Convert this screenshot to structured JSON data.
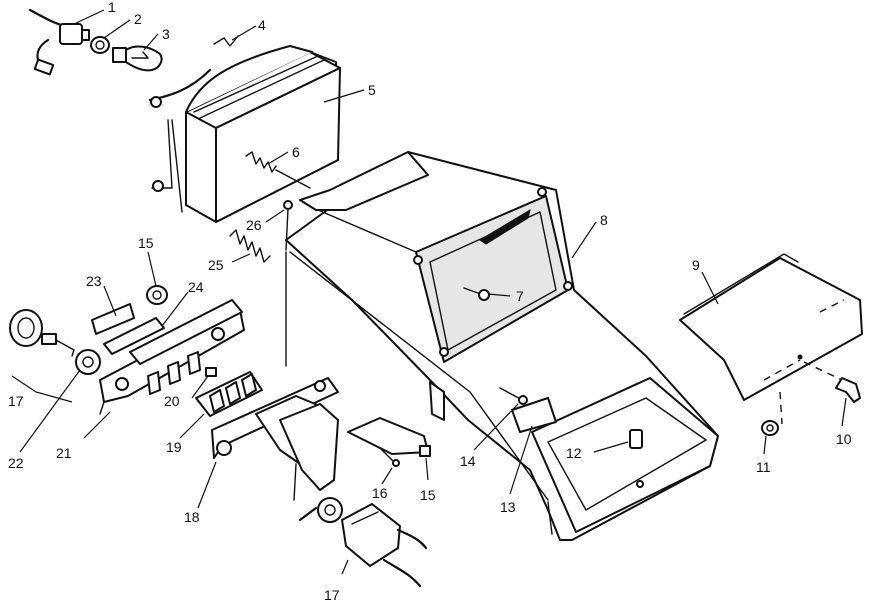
{
  "callouts": {
    "c1": "1",
    "c2": "2",
    "c3": "3",
    "c4": "4",
    "c5": "5",
    "c6": "6",
    "c7": "7",
    "c8": "8",
    "c9": "9",
    "c10": "10",
    "c11": "11",
    "c12": "12",
    "c13": "13",
    "c14": "14",
    "c15a": "15",
    "c15b": "15",
    "c16": "16",
    "c17a": "17",
    "c17b": "17",
    "c18": "18",
    "c19": "19",
    "c20": "20",
    "c21": "21",
    "c22": "22",
    "c23": "23",
    "c24": "24",
    "c25": "25",
    "c26": "26"
  },
  "colors": {
    "ink": "#111111",
    "paper": "#ffffff",
    "shade": "#e6e6e6"
  }
}
